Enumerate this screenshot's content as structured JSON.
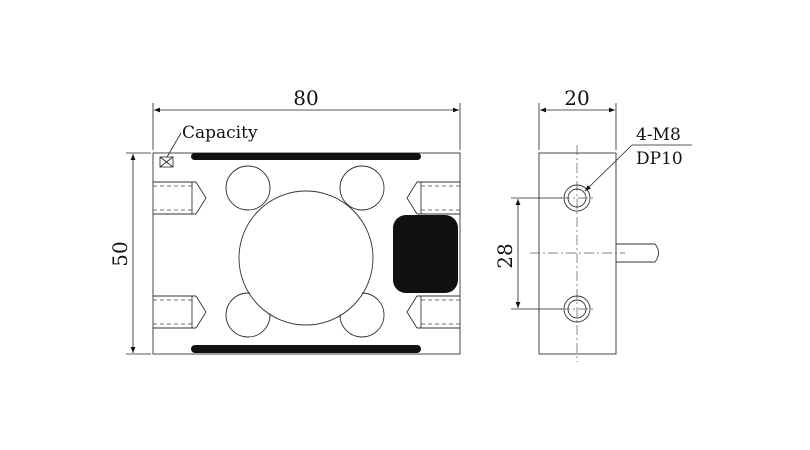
{
  "front_view": {
    "width_dim": "80",
    "height_dim": "50",
    "capacity_label": "Capacity"
  },
  "side_view": {
    "width_dim": "20",
    "spacing_dim": "28",
    "thread_label": "4-M8",
    "depth_label": "DP10"
  }
}
